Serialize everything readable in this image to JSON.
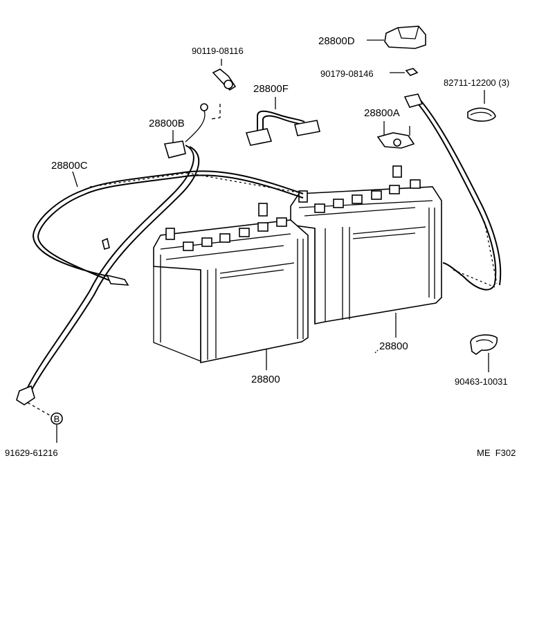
{
  "labels": {
    "p_28800D": "28800D",
    "p_90119_08116": "90119-08116",
    "p_90179_08146": "90179-08146",
    "p_82711_12200": "82711-12200 (3)",
    "p_28800F": "28800F",
    "p_28800B": "28800B",
    "p_28800A": "28800A",
    "p_28800C": "28800C",
    "p_28800_left": "28800",
    "p_28800_right": "28800",
    "p_90463_10031": "90463-10031",
    "p_91629_61216": "91629-61216",
    "b_marker": "B",
    "code": "ME  F302"
  }
}
